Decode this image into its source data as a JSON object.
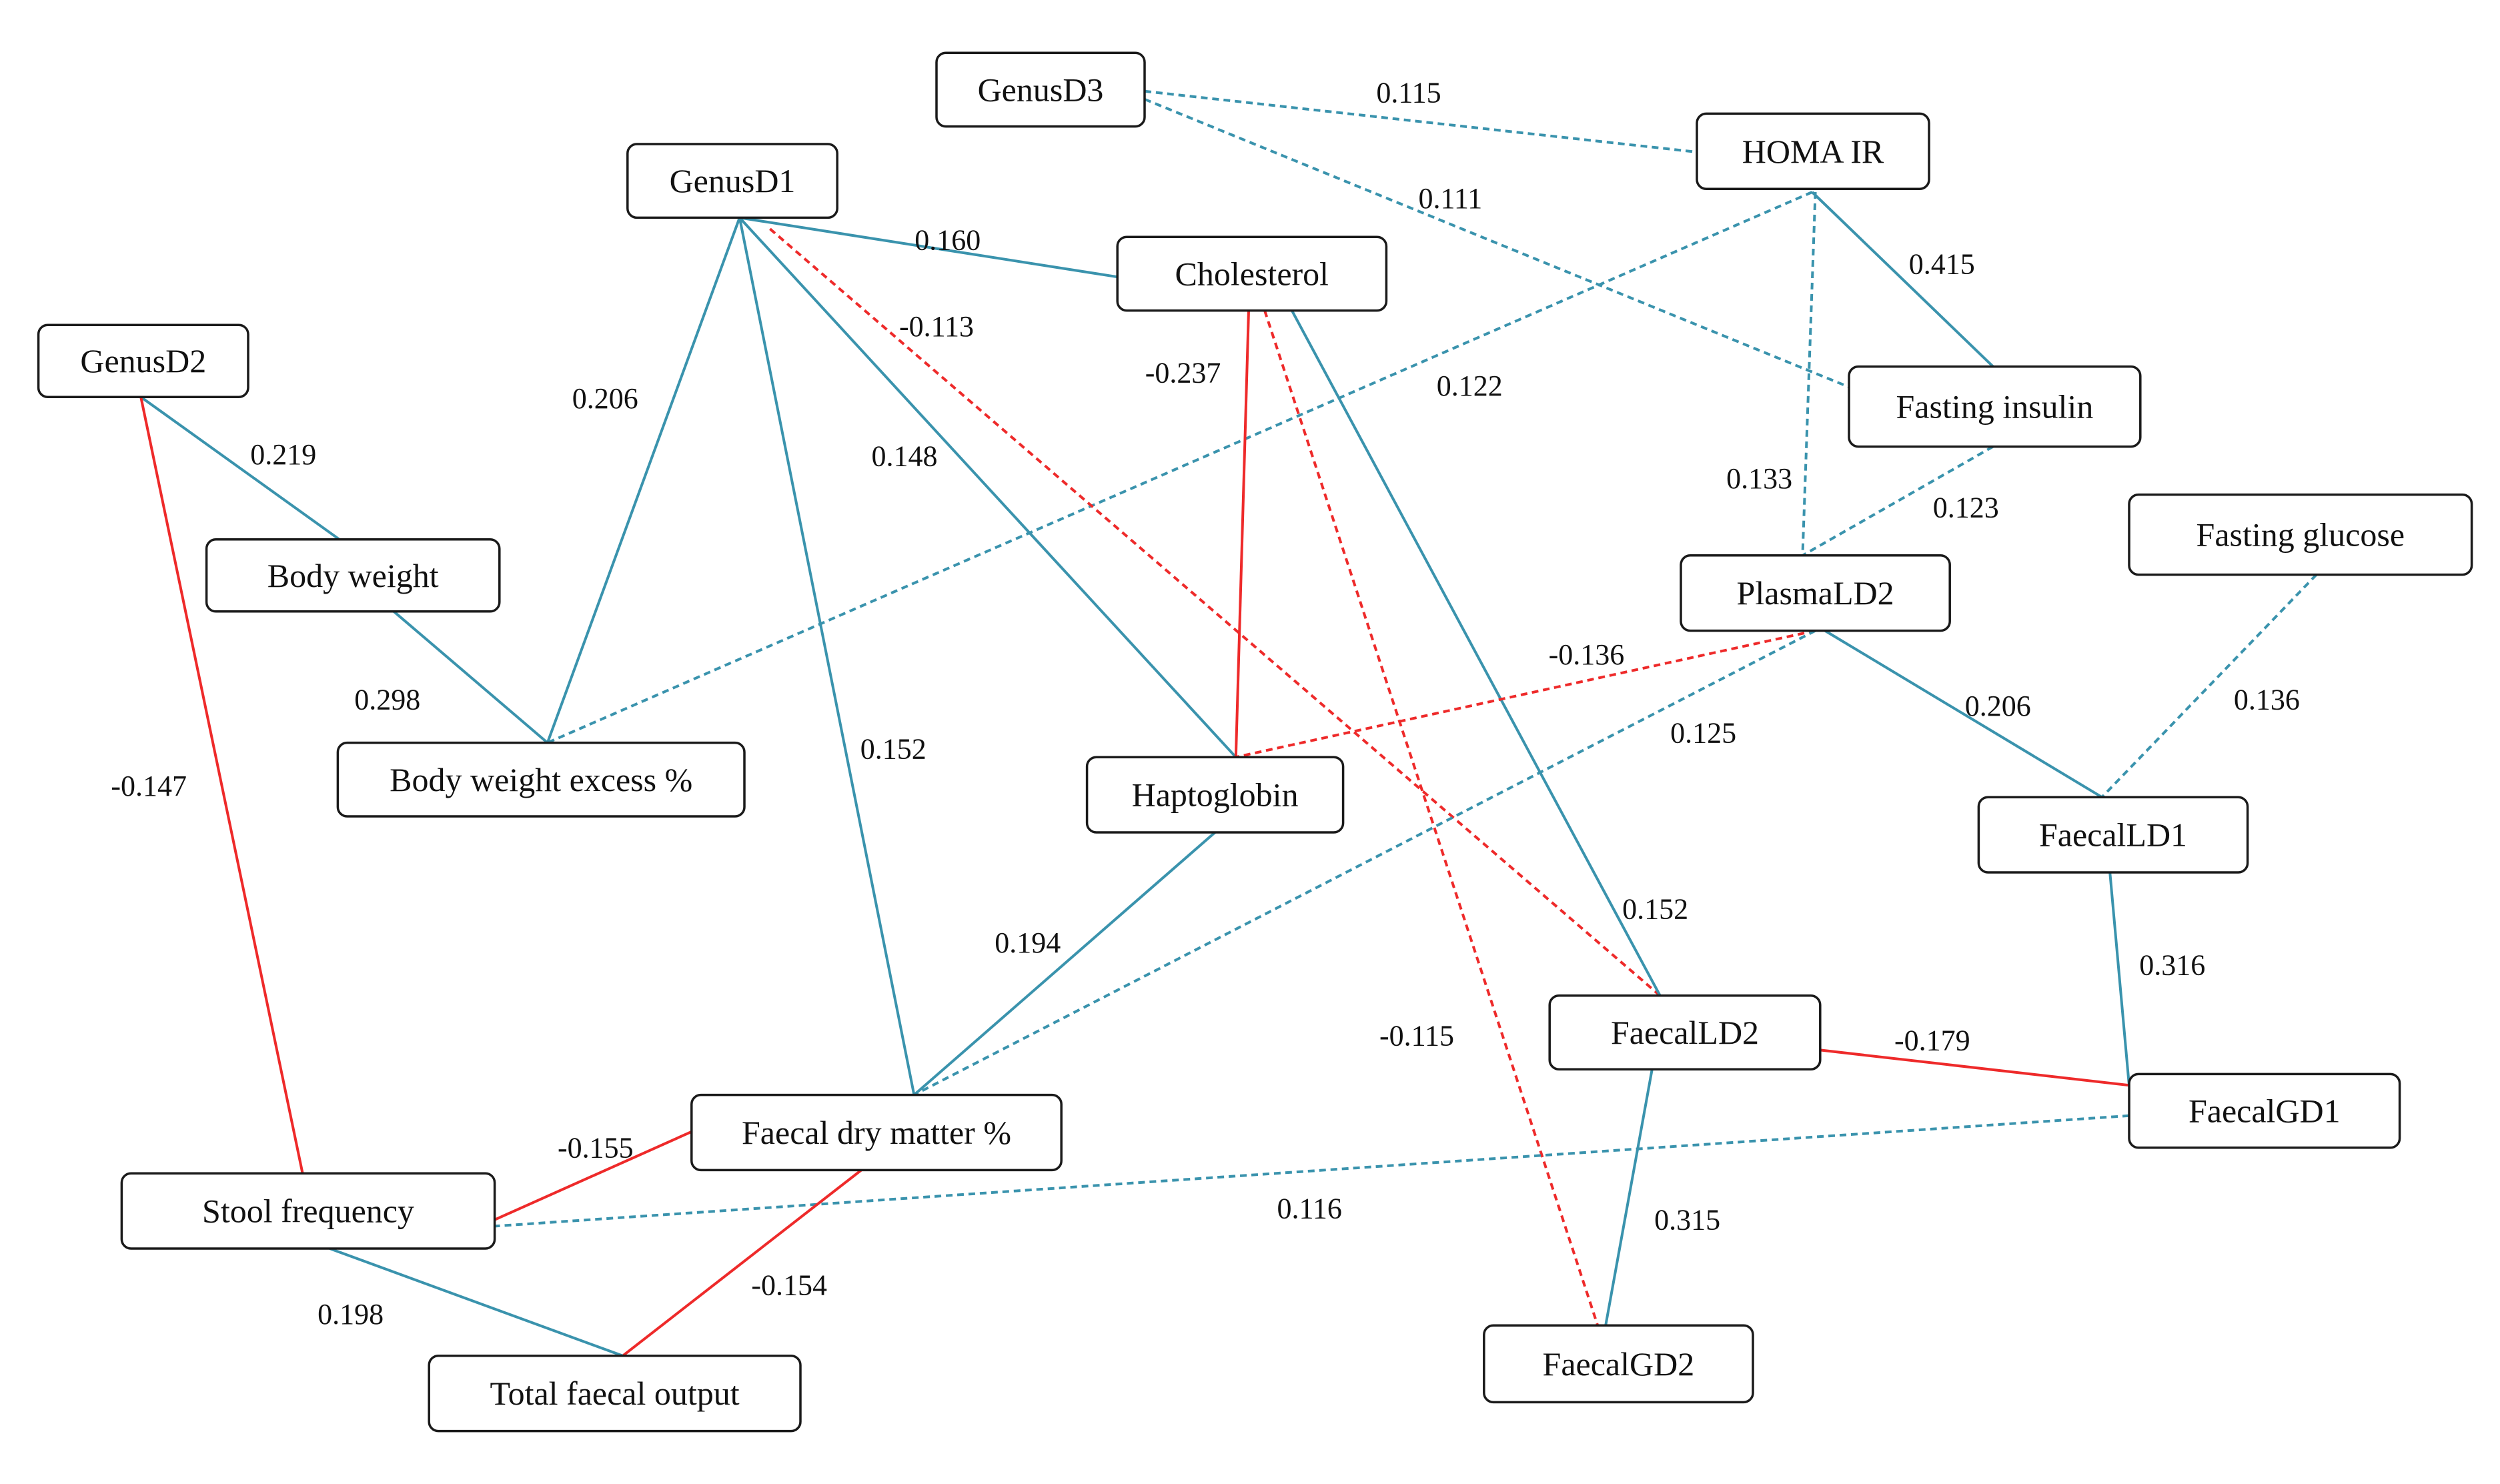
{
  "colors": {
    "positive": "#3a93ad",
    "negative": "#ee2a2a",
    "box_border": "#1a1a1a",
    "text": "#111111"
  },
  "nodes": [
    {
      "id": "genusD3",
      "label": "GenusD3"
    },
    {
      "id": "homa",
      "label": "HOMA IR"
    },
    {
      "id": "genusD1",
      "label": "GenusD1"
    },
    {
      "id": "cholesterol",
      "label": "Cholesterol"
    },
    {
      "id": "genusD2",
      "label": "GenusD2"
    },
    {
      "id": "fastingInsulin",
      "label": "Fasting insulin"
    },
    {
      "id": "fastingGlucose",
      "label": "Fasting glucose"
    },
    {
      "id": "bodyWeight",
      "label": "Body weight"
    },
    {
      "id": "plasmaLD2",
      "label": "PlasmaLD2"
    },
    {
      "id": "bwExcess",
      "label": "Body weight excess %"
    },
    {
      "id": "haptoglobin",
      "label": "Haptoglobin"
    },
    {
      "id": "faecalLD1",
      "label": "FaecalLD1"
    },
    {
      "id": "faecalLD2",
      "label": "FaecalLD2"
    },
    {
      "id": "faecalGD1",
      "label": "FaecalGD1"
    },
    {
      "id": "faecalDM",
      "label": "Faecal dry matter %"
    },
    {
      "id": "stoolFreq",
      "label": "Stool frequency"
    },
    {
      "id": "faecalGD2",
      "label": "FaecalGD2"
    },
    {
      "id": "totalFaecal",
      "label": "Total faecal output"
    }
  ],
  "edges": [
    {
      "from": "genusD3",
      "to": "homa",
      "value": "0.115",
      "sign": "positive",
      "style": "dashed"
    },
    {
      "from": "genusD3",
      "to": "fastingInsulin",
      "value": "0.111",
      "sign": "positive",
      "style": "dashed"
    },
    {
      "from": "homa",
      "to": "fastingInsulin",
      "value": "0.415",
      "sign": "positive",
      "style": "solid"
    },
    {
      "from": "homa",
      "to": "bwExcess",
      "value": "0.122",
      "sign": "positive",
      "style": "dashed"
    },
    {
      "from": "homa",
      "to": "plasmaLD2",
      "value": "0.133",
      "sign": "positive",
      "style": "dashed"
    },
    {
      "from": "fastingInsulin",
      "to": "plasmaLD2",
      "value": "0.123",
      "sign": "positive",
      "style": "dashed"
    },
    {
      "from": "genusD1",
      "to": "cholesterol",
      "value": "0.160",
      "sign": "positive",
      "style": "solid"
    },
    {
      "from": "genusD1",
      "to": "faecalLD2",
      "value": "-0.113",
      "sign": "negative",
      "style": "dashed"
    },
    {
      "from": "genusD1",
      "to": "bwExcess",
      "value": "0.206",
      "sign": "positive",
      "style": "solid"
    },
    {
      "from": "genusD1",
      "to": "haptoglobin",
      "value": "0.148",
      "sign": "positive",
      "style": "solid"
    },
    {
      "from": "genusD1",
      "to": "faecalDM",
      "value": "0.152",
      "sign": "positive",
      "style": "solid"
    },
    {
      "from": "cholesterol",
      "to": "haptoglobin",
      "value": "-0.237",
      "sign": "negative",
      "style": "solid"
    },
    {
      "from": "cholesterol",
      "to": "faecalGD2",
      "value": "-0.115",
      "sign": "negative",
      "style": "dashed"
    },
    {
      "from": "cholesterol",
      "to": "faecalLD2",
      "value": "0.152",
      "sign": "positive",
      "style": "solid"
    },
    {
      "from": "genusD2",
      "to": "bodyWeight",
      "value": "0.219",
      "sign": "positive",
      "style": "solid"
    },
    {
      "from": "genusD2",
      "to": "stoolFreq",
      "value": "-0.147",
      "sign": "negative",
      "style": "solid"
    },
    {
      "from": "bodyWeight",
      "to": "bwExcess",
      "value": "0.298",
      "sign": "positive",
      "style": "solid"
    },
    {
      "from": "plasmaLD2",
      "to": "haptoglobin",
      "value": "-0.136",
      "sign": "negative",
      "style": "dashed"
    },
    {
      "from": "plasmaLD2",
      "to": "faecalDM",
      "value": "0.125",
      "sign": "positive",
      "style": "dashed"
    },
    {
      "from": "plasmaLD2",
      "to": "faecalLD1",
      "value": "0.206",
      "sign": "positive",
      "style": "solid"
    },
    {
      "from": "fastingGlucose",
      "to": "faecalLD1",
      "value": "0.136",
      "sign": "positive",
      "style": "dashed"
    },
    {
      "from": "haptoglobin",
      "to": "faecalDM",
      "value": "0.194",
      "sign": "positive",
      "style": "solid"
    },
    {
      "from": "faecalLD1",
      "to": "faecalGD1",
      "value": "0.316",
      "sign": "positive",
      "style": "solid"
    },
    {
      "from": "faecalLD2",
      "to": "faecalGD1",
      "value": "-0.179",
      "sign": "negative",
      "style": "solid"
    },
    {
      "from": "faecalLD2",
      "to": "faecalGD2",
      "value": "0.315",
      "sign": "positive",
      "style": "solid"
    },
    {
      "from": "faecalGD1",
      "to": "stoolFreq",
      "value": "0.116",
      "sign": "positive",
      "style": "dashed"
    },
    {
      "from": "faecalDM",
      "to": "stoolFreq",
      "value": "-0.155",
      "sign": "negative",
      "style": "solid"
    },
    {
      "from": "faecalDM",
      "to": "totalFaecal",
      "value": "-0.154",
      "sign": "negative",
      "style": "solid"
    },
    {
      "from": "stoolFreq",
      "to": "totalFaecal",
      "value": "0.198",
      "sign": "positive",
      "style": "solid"
    }
  ]
}
